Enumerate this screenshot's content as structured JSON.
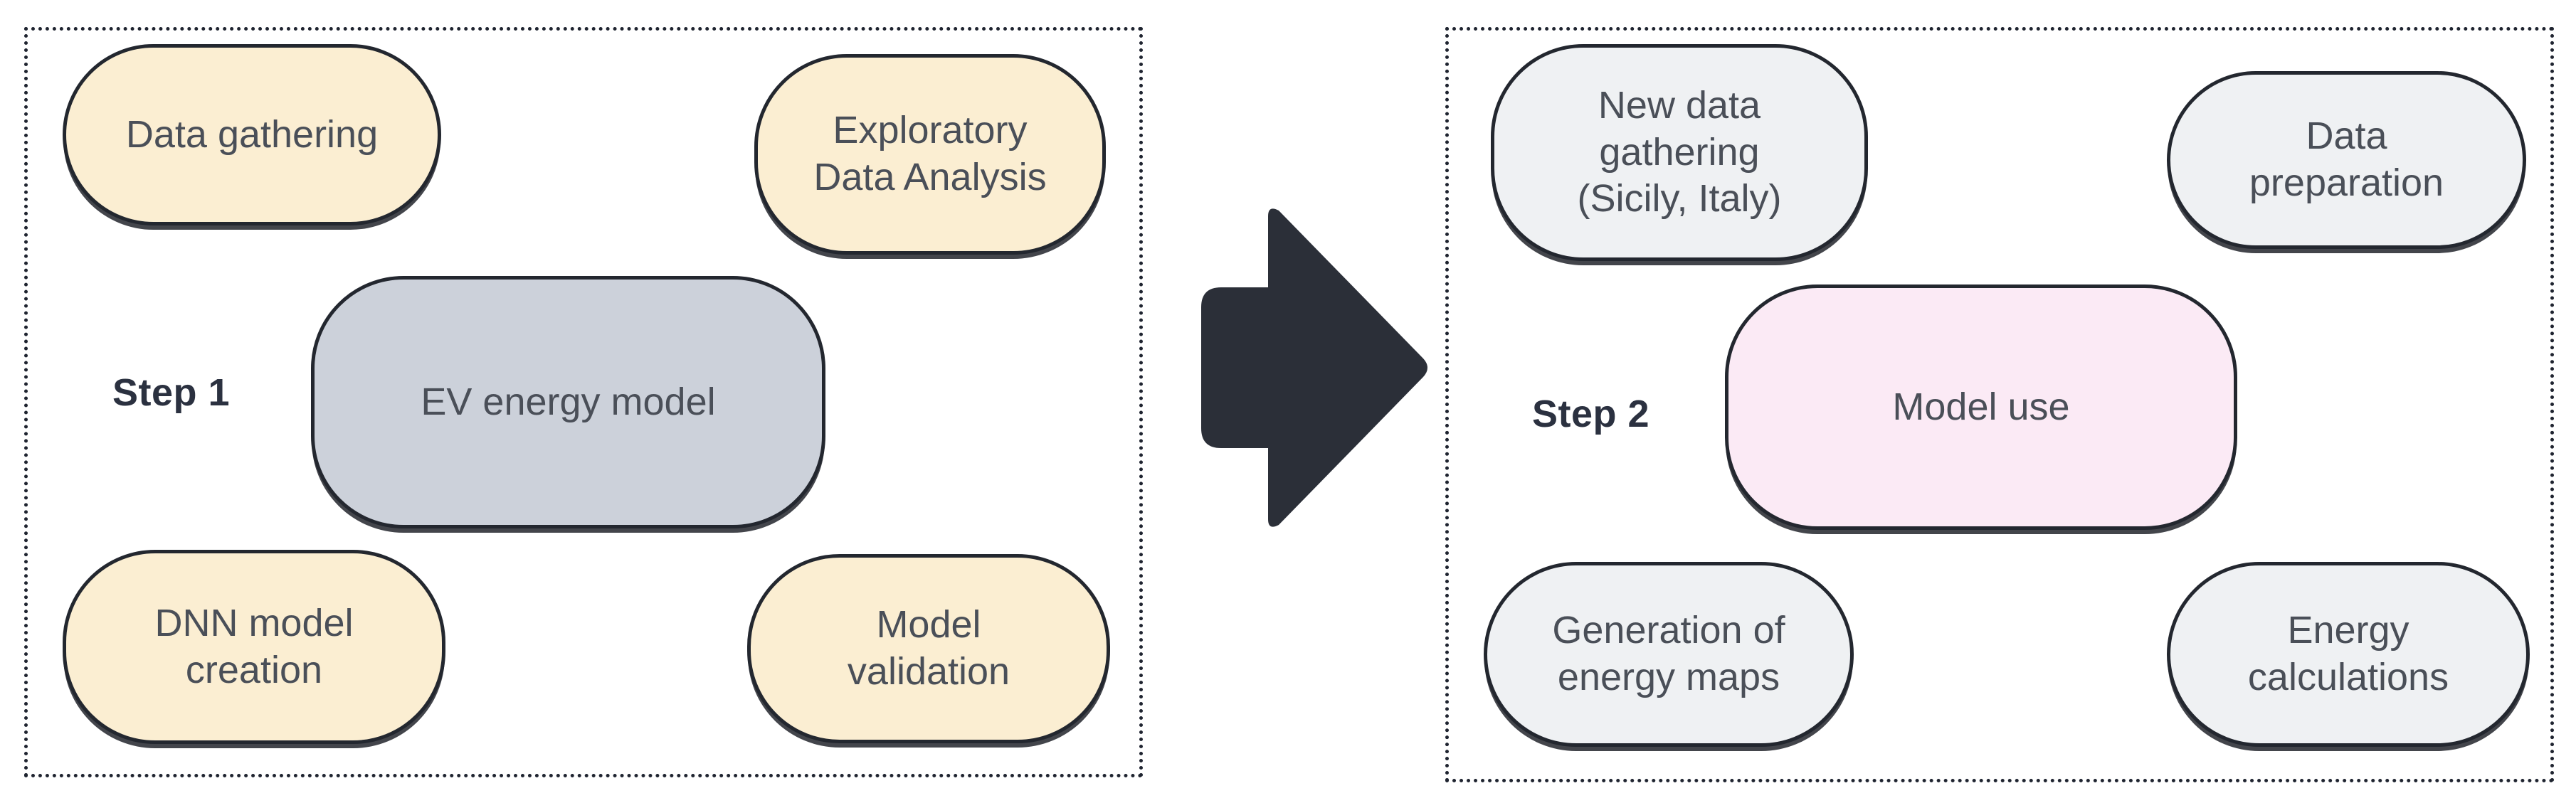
{
  "diagram": {
    "title": "Two-step EV energy modelling workflow",
    "background_color": "#ffffff",
    "arrow": {
      "name": "step-transition-arrow",
      "direction": "right",
      "color": "#2b2f38"
    },
    "palette": {
      "cream": "#fbeed2",
      "gray_blue": "#ccd1da",
      "light_gray": "#eff1f3",
      "pink": "#fbeaf5",
      "border": "#23272f",
      "text": "#4a4f58",
      "label_text": "#2b3140"
    }
  },
  "steps": [
    {
      "id": "step1",
      "label": "Step 1",
      "nodes": [
        {
          "id": "data-gathering",
          "label": "Data gathering",
          "fill": "cream"
        },
        {
          "id": "eda",
          "label": "Exploratory\nData Analysis",
          "fill": "cream",
          "lines": [
            "Exploratory",
            "Data Analysis"
          ]
        },
        {
          "id": "ev-energy-model",
          "label": "EV energy model",
          "fill": "gray_blue",
          "lines": [
            "EV energy model"
          ]
        },
        {
          "id": "dnn-model-creation",
          "label": "DNN model\ncreation",
          "fill": "cream",
          "lines": [
            "DNN model",
            "creation"
          ]
        },
        {
          "id": "model-validation",
          "label": "Model\nvalidation",
          "fill": "cream",
          "lines": [
            "Model",
            "validation"
          ]
        }
      ]
    },
    {
      "id": "step2",
      "label": "Step 2",
      "nodes": [
        {
          "id": "new-data-gathering",
          "label": "New data\ngathering\n(Sicily, Italy)",
          "fill": "light_gray",
          "lines": [
            "New data",
            "gathering",
            "(Sicily, Italy)"
          ]
        },
        {
          "id": "data-preparation",
          "label": "Data\npreparation",
          "fill": "light_gray",
          "lines": [
            "Data",
            "preparation"
          ]
        },
        {
          "id": "model-use",
          "label": "Model use",
          "fill": "pink",
          "lines": [
            "Model use"
          ]
        },
        {
          "id": "generation-maps",
          "label": "Generation of\nenergy maps",
          "fill": "light_gray",
          "lines": [
            "Generation of",
            "energy maps"
          ]
        },
        {
          "id": "energy-calculations",
          "label": "Energy\ncalculations",
          "fill": "light_gray",
          "lines": [
            "Energy",
            "calculations"
          ]
        }
      ]
    }
  ],
  "text": {
    "step1_label": "Step 1",
    "step2_label": "Step 2",
    "data_gathering": "Data gathering",
    "eda_line1": "Exploratory",
    "eda_line2": "Data Analysis",
    "ev_energy_model": "EV energy model",
    "dnn_line1": "DNN model",
    "dnn_line2": "creation",
    "model_validation_line1": "Model",
    "model_validation_line2": "validation",
    "new_data_line1": "New data",
    "new_data_line2": "gathering",
    "new_data_line3": "(Sicily, Italy)",
    "data_prep_line1": "Data",
    "data_prep_line2": "preparation",
    "model_use": "Model use",
    "gen_maps_line1": "Generation of",
    "gen_maps_line2": "energy maps",
    "energy_calc_line1": "Energy",
    "energy_calc_line2": "calculations"
  }
}
